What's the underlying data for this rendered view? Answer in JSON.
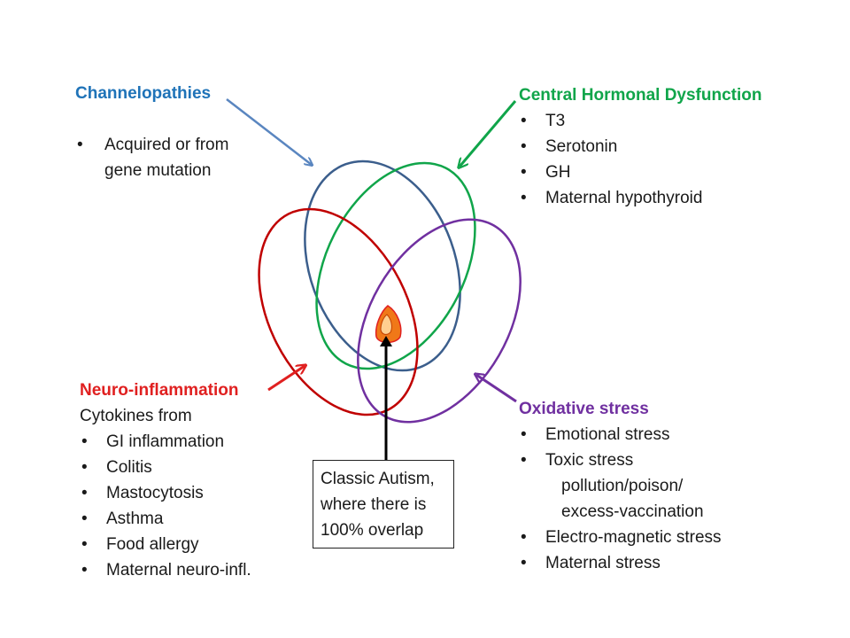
{
  "colors": {
    "channelopathies": "#1f73b8",
    "ellipse_blue": "#3b5e8c",
    "central_hormonal": "#10a54a",
    "neuro_inflammation": "#e02020",
    "ellipse_red": "#c00000",
    "oxidative": "#7030a0",
    "center_orange": "#f07818",
    "arrow_black": "#000000"
  },
  "channelopathies": {
    "title": "Channelopathies",
    "items": [
      "Acquired or from"
    ],
    "continuation": "gene mutation"
  },
  "central_hormonal": {
    "title": "Central Hormonal Dysfunction",
    "items": [
      "T3",
      "Serotonin",
      "GH",
      "Maternal hypothyroid"
    ]
  },
  "neuro_inflammation": {
    "title": "Neuro-inflammation",
    "subtitle": "Cytokines from",
    "items": [
      "GI inflammation",
      "Colitis",
      "Mastocytosis",
      "Asthma",
      "Food allergy",
      "Maternal neuro-infl."
    ]
  },
  "oxidative_stress": {
    "title": "Oxidative stress",
    "item1": "Emotional stress",
    "item2": "Toxic stress",
    "sub_lines": [
      "pollution/poison/",
      "excess-vaccination"
    ],
    "item3": "Electro-magnetic stress",
    "item4": "Maternal stress"
  },
  "autism_box": {
    "lines": [
      "Classic Autism,",
      "where there is",
      "100% overlap"
    ]
  }
}
